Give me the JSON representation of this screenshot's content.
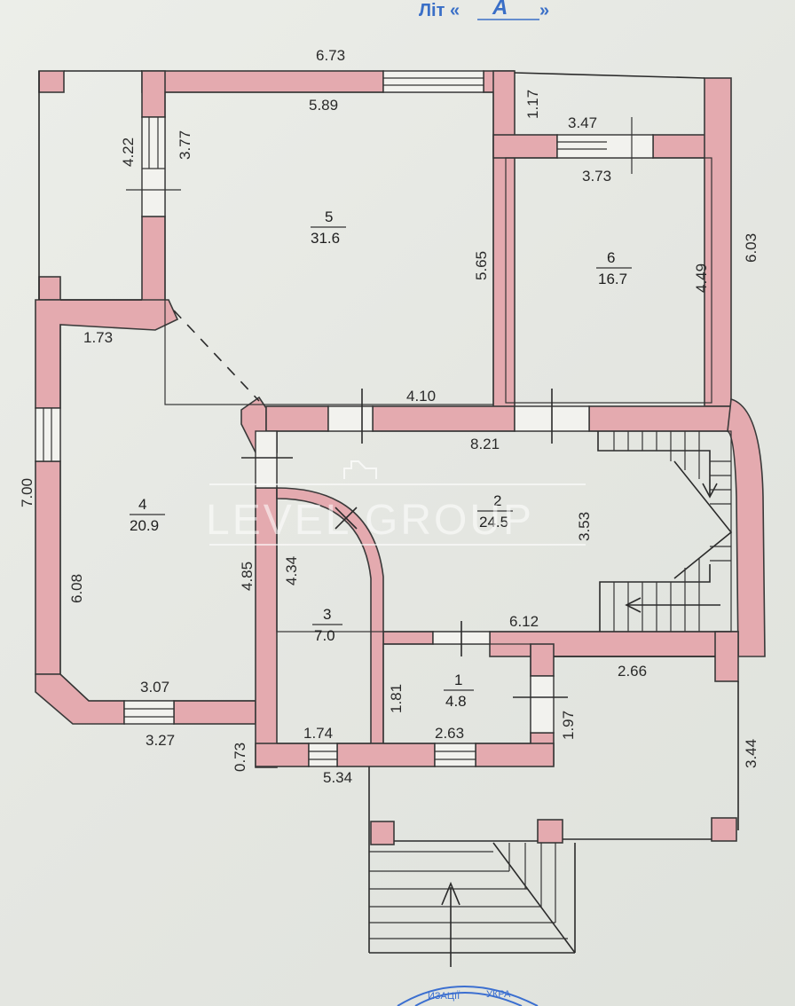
{
  "header": {
    "lit_label": "Літ «",
    "lit_letter": "А",
    "lit_close": "»"
  },
  "watermark": "LEVEL GROUP",
  "seal": {
    "text_left": "ИЗАЦІЇ",
    "text_right": "УКРА"
  },
  "rooms": [
    {
      "number": "1",
      "area": "4.8"
    },
    {
      "number": "2",
      "area": "24.5"
    },
    {
      "number": "3",
      "area": "7.0"
    },
    {
      "number": "4",
      "area": "20.9"
    },
    {
      "number": "5",
      "area": "31.6"
    },
    {
      "number": "6",
      "area": "16.7"
    }
  ],
  "dimensions": {
    "top_overall": "6.73",
    "room5_top": "5.89",
    "room5_right": "5.65",
    "room5_bottom": "4.10",
    "left_top_h": "4.22",
    "left_top_inner": "3.77",
    "room6_top_small": "1.17",
    "room6_top_outer": "3.47",
    "room6_top": "3.73",
    "room6_right": "4.49",
    "right_overall": "6.03",
    "room4_top": "1.73",
    "left_overall": "7.00",
    "room4_left": "6.08",
    "room4_right": "4.85",
    "room4_bottom": "3.07",
    "room4_bottom_outer": "3.27",
    "hall_top": "8.21",
    "hall_right": "3.53",
    "hall_bottom": "6.12",
    "room3_left": "4.34",
    "room3_bottom": "1.74",
    "room1_left": "1.81",
    "room1_bottom": "2.63",
    "room1_right": "1.97",
    "porch_top": "2.66",
    "porch_right": "3.44",
    "left_small": "0.73",
    "bottom_overall": "5.34"
  }
}
